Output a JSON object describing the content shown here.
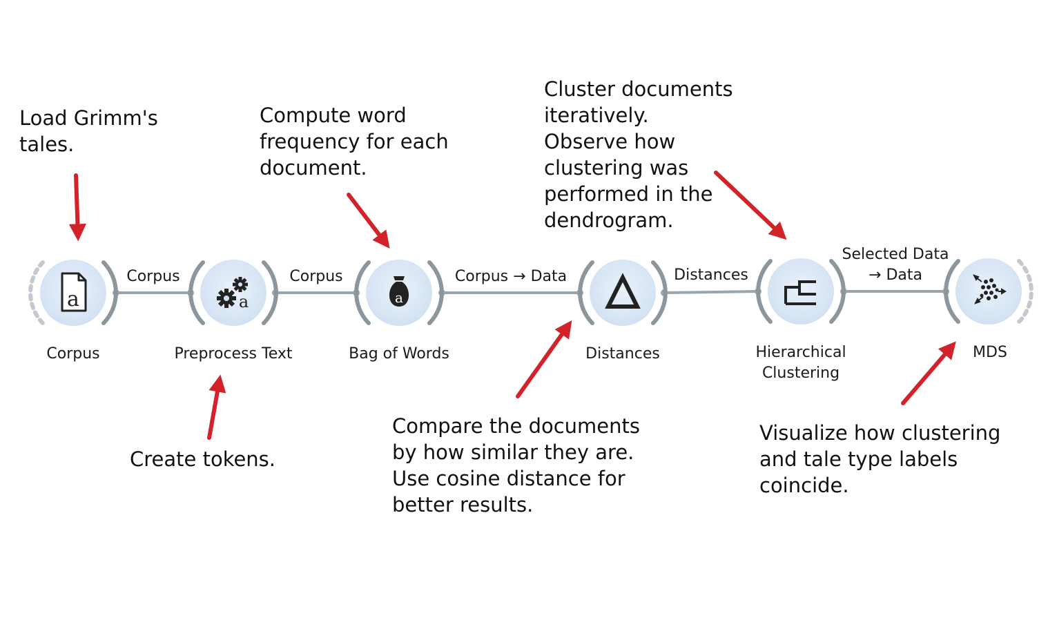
{
  "widgets": [
    {
      "id": "corpus",
      "label": "Corpus",
      "icon": "corpus-document-icon"
    },
    {
      "id": "preprocess",
      "label": "Preprocess Text",
      "icon": "gears-icon"
    },
    {
      "id": "bow",
      "label": "Bag of Words",
      "icon": "money-bag-icon"
    },
    {
      "id": "distances",
      "label": "Distances",
      "icon": "delta-triangle-icon"
    },
    {
      "id": "hclust",
      "label_lines": [
        "Hierarchical",
        "Clustering"
      ],
      "icon": "dendrogram-icon"
    },
    {
      "id": "mds",
      "label": "MDS",
      "icon": "scatter-arrows-icon"
    }
  ],
  "links": [
    {
      "label": "Corpus"
    },
    {
      "label": "Corpus"
    },
    {
      "label": "Corpus → Data"
    },
    {
      "label": "Distances"
    },
    {
      "label_lines": [
        "Selected Data",
        "→ Data"
      ]
    }
  ],
  "annotations": {
    "load": [
      "Load Grimm's",
      "tales."
    ],
    "tokens": [
      "Create tokens."
    ],
    "frequency": [
      "Compute word",
      "frequency for each",
      "document."
    ],
    "compare": [
      "Compare the documents",
      "by how similar they are.",
      "Use cosine distance for",
      "better results."
    ],
    "cluster": [
      "Cluster documents",
      "iteratively.",
      "Observe how",
      "clustering was",
      "performed in the",
      "dendrogram."
    ],
    "visualize": [
      "Visualize how clustering",
      "and tale type labels",
      "coincide."
    ]
  },
  "colors": {
    "arrow": "#d2232a",
    "link": "#9aa5ad",
    "widget_fill": "#d3e2f3",
    "arc": "#8c969d"
  }
}
